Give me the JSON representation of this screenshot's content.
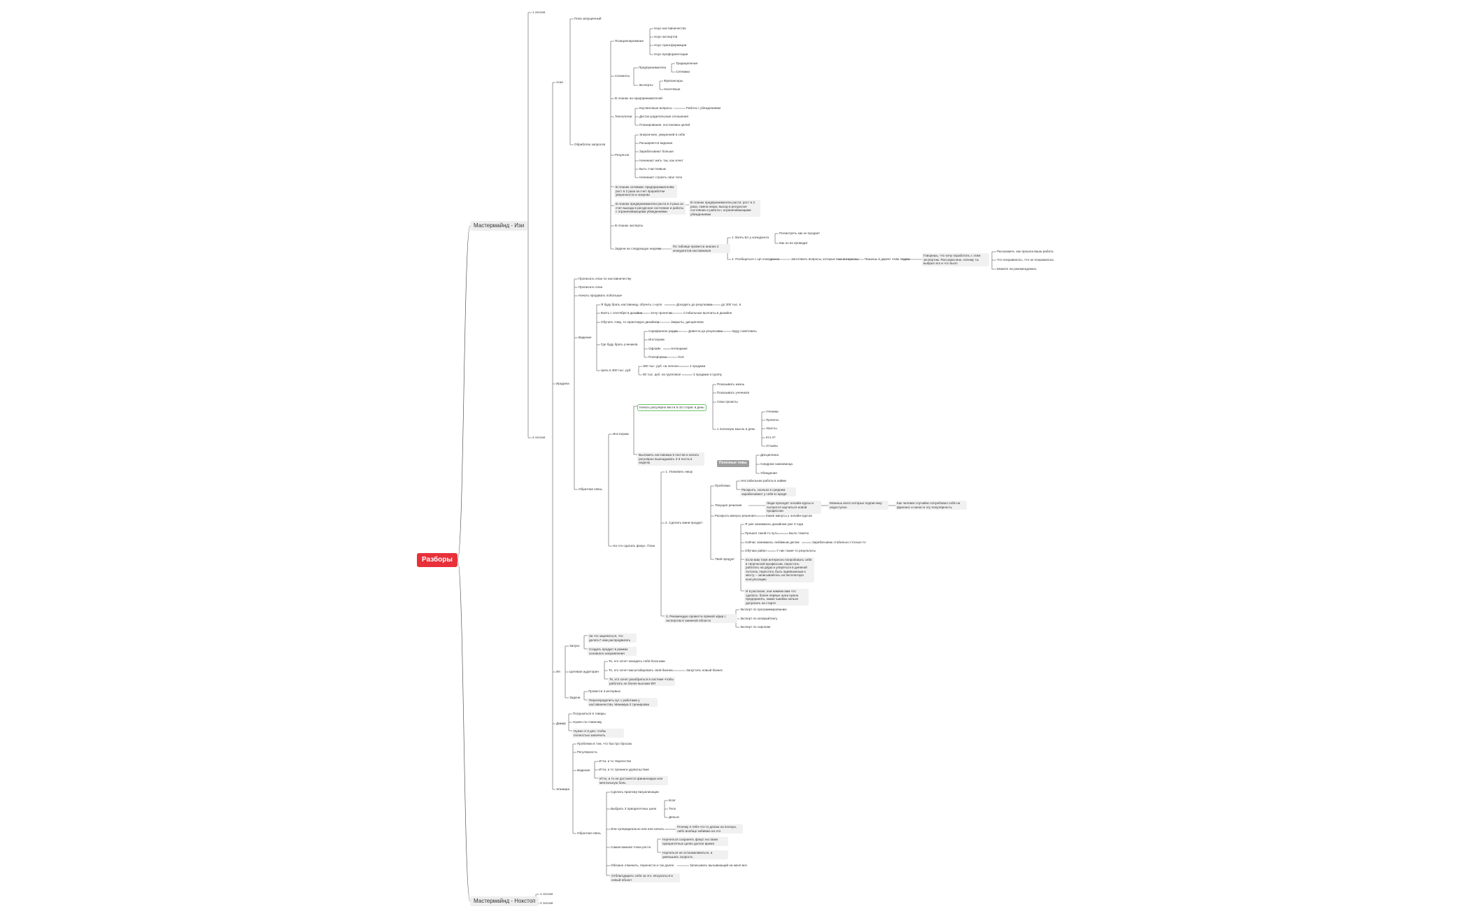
{
  "title": "Разборы",
  "branches": {
    "izi": "Мастермайнд - Изи",
    "nokstop": "Мастермайнд - Нокстоп"
  },
  "nodes": {
    "s1": "1 сессия",
    "s2": "2 сессия",
    "n_s1": "1 сессия",
    "n_s2": "2 сессия",
    "agar": "Агая",
    "poka_net": "Пока запущенный",
    "obr_zapros": "Обработка запросов",
    "pozic": "Позиционирование",
    "pz1": "Ноус-наставничество",
    "pz2": "Ноус-экспертов",
    "pz3": "Ноус-трансформации",
    "pz4": "Ноус-профориентации",
    "segm": "Сегменты",
    "predpr": "Предприниматели",
    "pr1": "Традиционные",
    "pr2": "Сетевики",
    "eksp": "Эксперты",
    "ek1": "Фрилансеры",
    "ek2": "Несетевые",
    "vpl_pred": "В планах на предпринимателей",
    "tehnol": "Технологии",
    "th1": "Коучинговые вопросы",
    "th1b": "Работа с убеждениями",
    "th2": "Детско-родительские отношения",
    "th3": "Планирование, постановка целей",
    "rezult": "Результат",
    "rz1": "Энергичнее, уверенней в себе",
    "rz2": "Расширяется видение",
    "rz3": "Зарабатывают больше",
    "rz4": "Начинают жить так, как хочет",
    "rz5": "Быть счастливым",
    "rz6": "Начинают строить свое тело",
    "plan_seti": "В планах сетевики: предпринимателям рост в 2 раза за счет проработки уверенности и энергии",
    "plan_pred": "В планах предприниматели расти в 3 раза за счет выхода в ресурсное состояние и работы с ограничивающими убеждениями",
    "plan_pred2": "В планах предприниматели расти: рост в 3 раза, смена ниши, выход в ресурсное состояние и работа с ограничивающими убеждениями",
    "vpl_eksp": "В планах эксперты",
    "zadachi": "Задачи на следующую неделю",
    "zd_tab": "По таблице провести анализ 4 конкурентов наставников",
    "zd1": "1. Взять БА у конкурента",
    "zd1a": "Посмотреть как он продает",
    "zd1b": "Как он их проводит",
    "zd2": "2. Пообщаться с ЦА конкурента",
    "zd2a": "Заготовить вопросы, которые вам интересны",
    "zd2b": "Пишешь в директ этим людям",
    "zd2c": "Говоришь, что хочу поработать с этим экспертом. Расскажи мне, почему ты выбрал его и что было",
    "zd2d": "Расскажите, как прошла ваша работа",
    "zd2e": "Что понравилось, что не понравилось",
    "zd2f": "Можете ли рекомендовать",
    "irina": "Ирадина",
    "ir_prof": "Прописать план по наставничеству",
    "ir_prop": "Прописать план",
    "ir_nach": "Начать продавать поболыше",
    "videnie": "Видение",
    "vd1": "Я буду брать наставницу, обучить с нуля",
    "vd1a": "Доходить до результата",
    "vd1b": "до 300 тыс. в",
    "vd2": "Взять с сентября в дизайне",
    "vd2a": "Хочу проектов",
    "vd2b": "Стабильные выплаты в дизайне",
    "vd3": "Обучать тому, то гарантирую дизайнер",
    "vd3a": "Закрыты, дисциплина",
    "gde": "Где буду брать учеников",
    "gd1": "Сарафанное радио",
    "gd1a": "Довести до результата",
    "gd1b": "Буду советовать",
    "gd2": "Инстаграм",
    "gd3": "Офлайн",
    "gd3a": "Нетворкинг",
    "gd4": "Платформы",
    "gd4a": "GLK",
    "cel": "Цель в 300 тыс. руб",
    "cl1": "300 тыс. руб. на личное",
    "cl1a": "2 продажи",
    "cl2": "60 тыс. руб. на групповое",
    "cl2a": "3 продажи в группу",
    "obr_svyaz": "Обратная связь",
    "insta": "Инстаграм",
    "in_reg": "Начать регулярно вести 5-10 сторис в день",
    "ir1": "Показывать жизнь",
    "ir2": "Показывать учеников",
    "ir3": "Свои проекты",
    "ir4": "1 полезную мысль в день",
    "ir4a": "Ученики",
    "ir4b": "Проекты",
    "ir4c": "Хвосты",
    "ir4d": "Кто я?",
    "ir4e": "Отзывы",
    "in_vik": "Выложить наставника 5 постов и начать регулярно выкладывать 2-3 поста в неделю",
    "polezn": "Полезные темы",
    "pl1": "Дисциплина",
    "pl2": "Синдром самозванца",
    "pl3": "Убеждения",
    "fokus": "На что сделать фокус. План",
    "f1": "1. Упаковать нишу",
    "f2": "2. Сделать мини-продукт",
    "probl": "Проблема",
    "pb1": "Нестабильная работа в найме",
    "pb2": "Раскрыть, сколько в среднем зарабатывают у себя в городе",
    "tek_resh": "Текущее решение",
    "tr1": "Люди проходят онлайн-курсы и пытаются научиться новой профессии",
    "tr2": "Можешь всего которых подписчику недоступно",
    "tr3": "Как человек случайно потребовал себя на фриланс и начал в эту популярность",
    "raskr": "Раскрыть минусы решения",
    "rk1": "Какие минусы у онлайн-курсов",
    "tvoy": "Твой продукт",
    "tv1": "Я уже занимаюсь дизайном уже 3 года",
    "tv2": "Прошел такой-то путь",
    "tv2a": "Было тяжело",
    "tv3": "Сейчас занимаюсь любимым делом",
    "tv3a": "Зарабатываю стабильно столько-то",
    "tv4": "Обучаю район",
    "tv4a": "У них такие-то результаты",
    "tv5": "Если вам тоже интересно попробовать себя в творческой профессии, перестать работать на дядю и упереться в дневной потолок, перестать быть привязанным к месту – записывайтесь на бесплатную консультацию",
    "tv6": "И в рассказе, они намеки вам что сделать: более первых шага нужно предпринять, какие ошибки нельзя допускать на старте",
    "f3": "3. Рекомендую провести прямой эфир с экспертом в смежной области",
    "f3a": "Эксперт по программированию",
    "f3b": "Эксперт по копирайтингу",
    "f3c": "Эксперт по сиропам",
    "iya": "Ия",
    "zapusk": "Запуск",
    "zp1": "За что зацепиться, что делать? нам распродвигать",
    "zp2": "Создать продукт в рамках основного направления",
    "celev": "Целевая аудитория",
    "ce1": "Те, кто хочет находить себя богатыми",
    "ce2": "Те, кто хочет масштабировать свой бизнес",
    "ce2a": "Запустить новый бизнес",
    "ce3": "Те, кто хочет разобраться в системе чтобы работать не более высоких ВП",
    "zadach2": "Задачи",
    "zh1": "Провести 3 интервью",
    "zh2": "Переопределить ЦА с работами у наставничества. Минимум 3 тренировки",
    "damir": "Дамир",
    "dm1": "Погрузиться в товары",
    "dm2": "Нужно по главному",
    "dm3": "Нужно 2-3 дня, чтобы полностью закончить",
    "elmira": "Эльмира",
    "el1": "Проблема в том, что быстро бросаю",
    "el2": "Регулярность",
    "evid": "Видение",
    "ev1": "Итти, и то творчество",
    "ev2": "Итти, и то тренинги удовольствие",
    "ev3": "Итти, и то не достанется финансирую или ментальную боль",
    "eobr": "Обратная связь",
    "eo1": "Сделать практику визуализации",
    "eo2": "Выбрать 3 приоритетных цели",
    "eo2a": "Блог",
    "eo2b": "Тело",
    "eo2c": "Деньги",
    "eo3": "Или суперидеально или или начать",
    "eo3a": "Почему я тебя что-то делаю на полную, либо вообще забиваю на это",
    "eo4": "Самая важная точка роста",
    "eo4a": "Научиться сохранять фокус на своих приоритетных целях долгое время",
    "eo4b": "Научиться не останавливаться, а уменьшать скорость",
    "eo5": "Обязано отменить, перенести и так далее",
    "eo5a": "Записывать вызывающий на меня все",
    "eo6": "Отблагодарить себя за это. Искупаться в новый объект"
  }
}
